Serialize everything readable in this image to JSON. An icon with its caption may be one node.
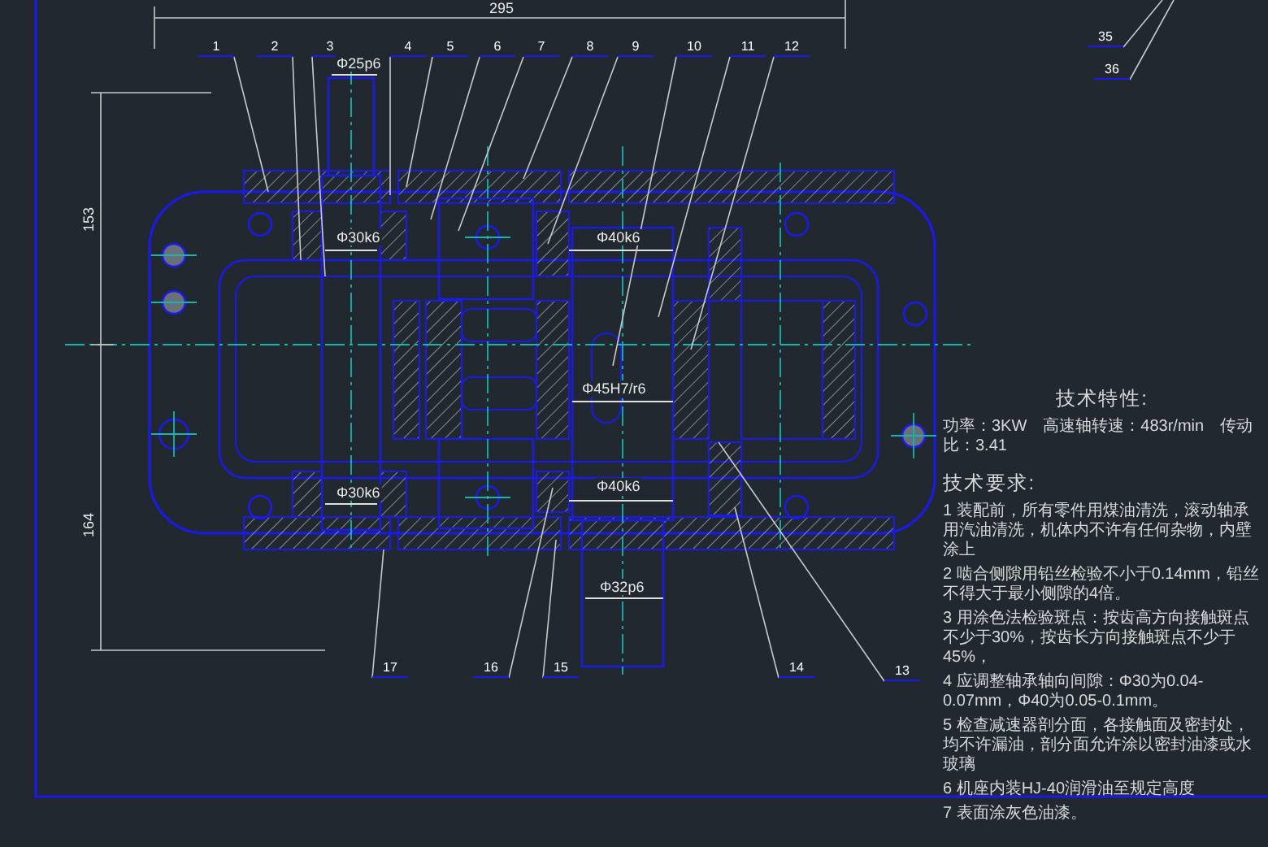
{
  "diagram": {
    "nodes": [
      {
        "text": [
          "1"
        ]
      },
      {
        "text": [
          "2"
        ]
      },
      {
        "text": [
          "3"
        ]
      },
      {
        "text": [
          "4"
        ]
      },
      {
        "text": [
          "5"
        ]
      },
      {
        "text": [
          "6"
        ]
      },
      {
        "text": [
          "7"
        ]
      },
      {
        "text": [
          "8"
        ]
      },
      {
        "text": [
          "9"
        ]
      },
      {
        "text": [
          "10"
        ]
      },
      {
        "text": [
          "11"
        ]
      },
      {
        "text": [
          "12"
        ]
      },
      {
        "text": [
          "35"
        ]
      },
      {
        "text": [
          "36"
        ]
      },
      {
        "text": [
          "17"
        ]
      },
      {
        "text": [
          "16"
        ]
      },
      {
        "text": [
          "15"
        ]
      },
      {
        "text": [
          "14"
        ]
      },
      {
        "text": [
          "13"
        ]
      }
    ],
    "edges": [
      {
        "from": 0,
        "to": null,
        "arrow": "none"
      },
      {
        "from": 1,
        "to": null,
        "arrow": "none"
      },
      {
        "from": 2,
        "to": null,
        "arrow": "none"
      },
      {
        "from": 3,
        "to": null,
        "arrow": "none"
      },
      {
        "from": 4,
        "to": null,
        "arrow": "none"
      },
      {
        "from": 5,
        "to": null,
        "arrow": "none"
      },
      {
        "from": 6,
        "to": null,
        "arrow": "none"
      },
      {
        "from": 7,
        "to": null,
        "arrow": "none"
      },
      {
        "from": 8,
        "to": null,
        "arrow": "none"
      },
      {
        "from": 9,
        "to": null,
        "arrow": "none"
      },
      {
        "from": 10,
        "to": null,
        "arrow": "none"
      },
      {
        "from": 11,
        "to": null,
        "arrow": "none"
      },
      {
        "from": 12,
        "to": null,
        "arrow": "none"
      },
      {
        "from": 13,
        "to": null,
        "arrow": "none"
      },
      {
        "from": 14,
        "to": null,
        "arrow": "none"
      },
      {
        "from": 15,
        "to": null,
        "arrow": "none"
      },
      {
        "from": 16,
        "to": null,
        "arrow": "none"
      },
      {
        "from": 17,
        "to": null,
        "arrow": "none"
      },
      {
        "from": 18,
        "to": null,
        "arrow": "none"
      }
    ],
    "labels": [
      "295",
      "Φ25p6",
      "153",
      "Φ30k6",
      "Φ40k6",
      "Φ45H7/r6",
      "164",
      "Φ30k6",
      "Φ40k6",
      "Φ32p6",
      "技术特性:",
      "功率：3KW　高速轴转速：483r/min　传动比：3.41",
      "技术要求:",
      "1 装配前，所有零件用煤油清洗，滚动轴承用汽油清洗，机体内不许有任何杂物，内壁涂上",
      "2 啮合侧隙用铅丝检验不小于0.14mm，铅丝不得大于最小侧隙的4倍。",
      "3 用涂色法检验斑点：按齿高方向接触斑点不少于30%，按齿长方向接触斑点不少于45%，",
      "4 应调整轴承轴向间隙：Φ30为0.04-0.07mm，Φ40为0.05-0.1mm。",
      "5 检查减速器剖分面，各接触面及密封处，均不许漏油，剖分面允许涂以密封油漆或水玻璃",
      "6 机座内装HJ-40润滑油至规定高度",
      "7 表面涂灰色油漆。"
    ]
  }
}
